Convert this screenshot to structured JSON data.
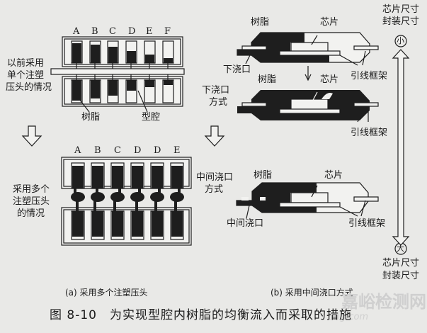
{
  "figure": {
    "title": "图 8-10　为实现型腔内树脂的均衡流入而采取的措施",
    "watermark": "嘉峪检测网",
    "watermark_url_fragment": "ting.com"
  },
  "panel_a": {
    "caption": "(a) 采用多个注塑压头",
    "top_diagram": {
      "columns": [
        "A",
        "B",
        "C",
        "D",
        "E",
        "F"
      ],
      "side_label": [
        "以前采用",
        "单个注塑",
        "压头的情况"
      ],
      "resin_label": "树脂",
      "cavity_label": "型腔"
    },
    "bottom_diagram": {
      "columns": [
        "A",
        "B",
        "C",
        "D",
        "D",
        "E"
      ],
      "side_label": [
        "采用多个",
        "注塑压头",
        "的情况"
      ]
    }
  },
  "panel_b": {
    "caption": "(b) 采用中间浇口方式",
    "bottom_gate": {
      "method_label": [
        "下浇口",
        "方式"
      ],
      "resin_label": "树脂",
      "chip_label": "芯片",
      "gate_label": "下浇口",
      "leadframe_label": "引线框架"
    },
    "bottom_gate_2": {
      "resin_label": "树脂",
      "chip_label": "芯片",
      "leadframe_label": "引线框架"
    },
    "middle_gate": {
      "method_label": [
        "中间浇口",
        "方式"
      ],
      "resin_label": "树脂",
      "chip_label": "芯片",
      "gate_label": "中间浇口",
      "leadframe_label": "引线框架"
    }
  },
  "size_scale": {
    "top_label": [
      "芯片尺寸",
      "封装尺寸"
    ],
    "top_marker": "小",
    "bottom_marker": "大",
    "bottom_label": [
      "芯片尺寸",
      "封装尺寸"
    ]
  }
}
